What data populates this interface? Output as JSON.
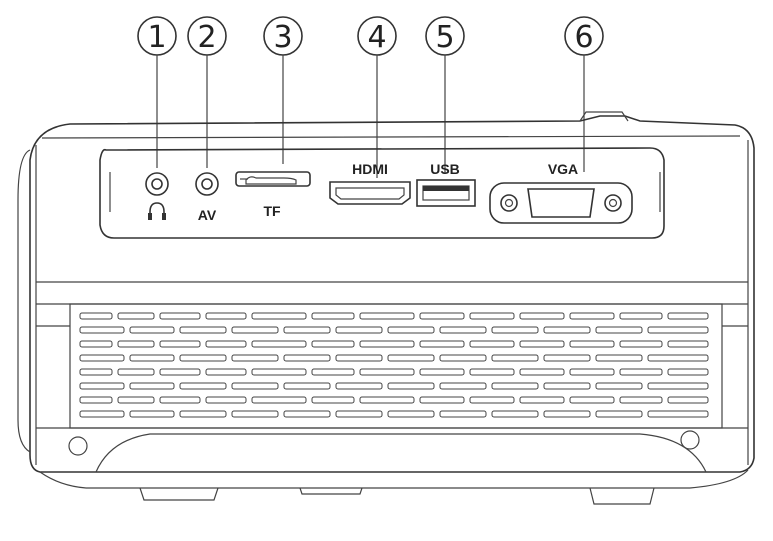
{
  "callouts": [
    {
      "number": "1",
      "port": "headphone"
    },
    {
      "number": "2",
      "port": "av"
    },
    {
      "number": "3",
      "port": "tf"
    },
    {
      "number": "4",
      "port": "hdmi"
    },
    {
      "number": "5",
      "port": "usb"
    },
    {
      "number": "6",
      "port": "vga"
    }
  ],
  "ports": {
    "av_label": "AV",
    "tf_label": "TF",
    "hdmi_label": "HDMI",
    "usb_label": "USB",
    "vga_label": "VGA"
  },
  "icons": {
    "headphone": "headphone-icon"
  },
  "colors": {
    "line": "#333333",
    "background": "#ffffff"
  }
}
